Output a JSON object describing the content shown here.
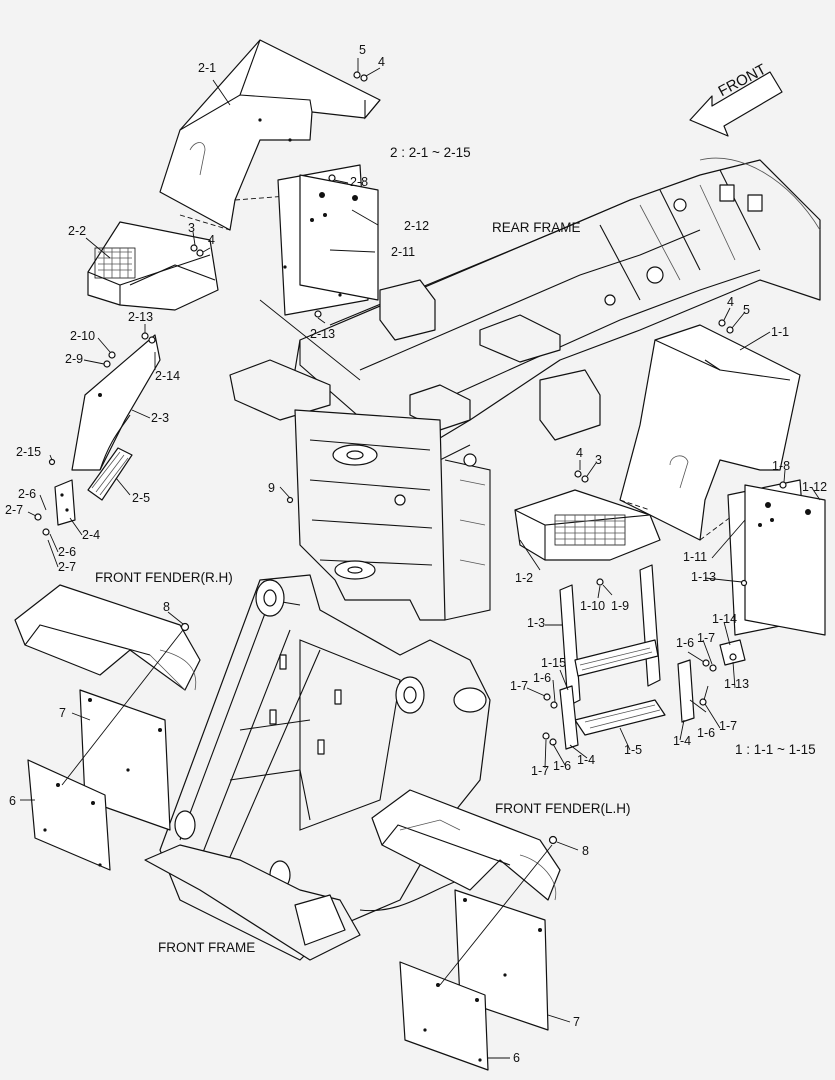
{
  "diagram": {
    "assembly_note_2": "2 : 2-1 ~ 2-15",
    "assembly_note_1": "1 : 1-1 ~ 1-15",
    "front_arrow": "FRONT",
    "titles": {
      "rear_frame": "REAR FRAME",
      "front_frame": "FRONT FRAME",
      "front_fender_rh": "FRONT FENDER(R.H)",
      "front_fender_lh": "FRONT FENDER(L.H)"
    },
    "callouts": {
      "c_2_1": "2-1",
      "c_5a": "5",
      "c_4a": "4",
      "c_2_8": "2-8",
      "c_2_12": "2-12",
      "c_2_11": "2-11",
      "c_2_13a": "2-13",
      "c_2_2": "2-2",
      "c_3a": "3",
      "c_4b": "4",
      "c_2_13b": "2-13",
      "c_2_10": "2-10",
      "c_2_9": "2-9",
      "c_2_14": "2-14",
      "c_2_3": "2-3",
      "c_2_15": "2-15",
      "c_2_5": "2-5",
      "c_2_6a": "2-6",
      "c_2_7a": "2-7",
      "c_2_4": "2-4",
      "c_2_6b": "2-6",
      "c_2_7b": "2-7",
      "c_4c": "4",
      "c_5b": "5",
      "c_1_1": "1-1",
      "c_4d": "4",
      "c_3b": "3",
      "c_9": "9",
      "c_1_8": "1-8",
      "c_1_12": "1-12",
      "c_1_11": "1-11",
      "c_1_13a": "1-13",
      "c_1_2": "1-2",
      "c_1_10": "1-10",
      "c_1_9": "1-9",
      "c_1_3": "1-3",
      "c_1_14": "1-14",
      "c_1_6a": "1-6",
      "c_1_7a": "1-7",
      "c_1_13b": "1-13",
      "c_1_15": "1-15",
      "c_1_7b": "1-7",
      "c_1_6b": "1-6",
      "c_1_6c": "1-6",
      "c_1_7c": "1-7",
      "c_1_5": "1-5",
      "c_1_4a": "1-4",
      "c_1_7d": "1-7",
      "c_1_6d": "1-6",
      "c_1_4b": "1-4",
      "c_8a": "8",
      "c_7a": "7",
      "c_6a": "6",
      "c_8b": "8",
      "c_7b": "7",
      "c_6b": "6"
    }
  }
}
